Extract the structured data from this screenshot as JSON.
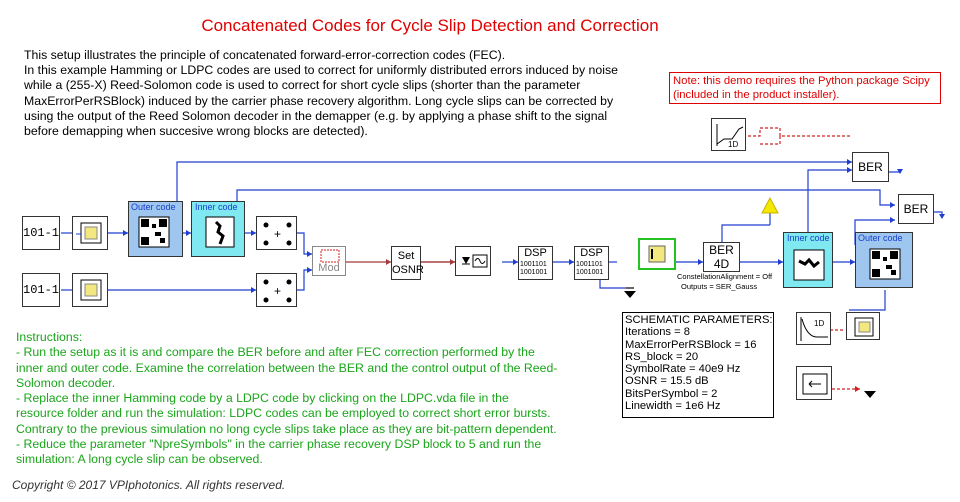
{
  "title": "Concatenated Codes for Cycle Slip Detection and Correction",
  "description": [
    "This setup illustrates the principle of concatenated forward-error-correction codes (FEC).",
    "In this example Hamming or LDPC codes are used to correct for uniformly distributed errors induced by noise",
    "while a (255-X) Reed-Solomon code is used to correct for short cycle slips (shorter than the parameter",
    "MaxErrorPerRSBlock) induced by the carrier phase recovery algorithm. Long cycle slips can be corrected by",
    "using the output of the Reed Solomon decoder in the demapper (e.g. by applying a phase shift to the signal",
    "before demapping when succesive wrong blocks are detected)."
  ],
  "note": "Note: this demo requires the Python package Scipy (included in the product installer).",
  "instructions": [
    "Instructions:",
    "- Run the setup as it is and compare the BER before and after FEC correction performed by the",
    "inner and outer code. Examine the correlation between the BER and the control output of the Reed-",
    "Solomon decoder.",
    "- Replace the inner Hamming code by a LDPC code by clicking on the LDPC.vda file in the",
    "resource folder and run the simulation: LDPC codes can be employed to correct short error bursts.",
    "Contrary to the previous simulation no long cycle slips take place as they are bit-pattern dependent.",
    "- Reduce the parameter \"NpreSymbols\" in the carrier phase recovery DSP block to 5 and run the",
    "simulation: A long cycle slip can be observed."
  ],
  "params": {
    "header": "SCHEMATIC PARAMETERS:",
    "lines": [
      "Iterations = 8",
      "MaxErrorPerRSBlock = 16",
      "RS_block = 20",
      "SymbolRate = 40e9 Hz",
      "OSNR = 15.5 dB",
      "BitsPerSymbol = 2",
      "Linewidth = 1e6 Hz"
    ]
  },
  "blocks": {
    "src1": "101-1",
    "src2": "101-1",
    "outer_code_enc": "Outer  code",
    "inner_code_enc": "Inner code",
    "mod": "Mod",
    "set_osnr_1": "Set",
    "set_osnr_2": "OSNR",
    "dsp1": "DSP",
    "dsp1_bits_a": "1001101",
    "dsp1_bits_b": "1001001",
    "dsp2": "DSP",
    "dsp2_bits_a": "1001101",
    "dsp2_bits_b": "1001001",
    "ber4d_1": "BER",
    "ber4d_2": "4D",
    "ber4d_note_1": "ConstellationAlignment = Off",
    "ber4d_note_2": "Outputs = SER_Gauss",
    "inner_code_dec": "Inner code",
    "outer_code_dec": "Outer  code",
    "ber_top": "BER",
    "ber_right": "BER",
    "scope_1d_a": "1D",
    "scope_1d_b": "1D"
  },
  "copyright": "Copyright © 2017 VPIphotonics. All rights reserved."
}
